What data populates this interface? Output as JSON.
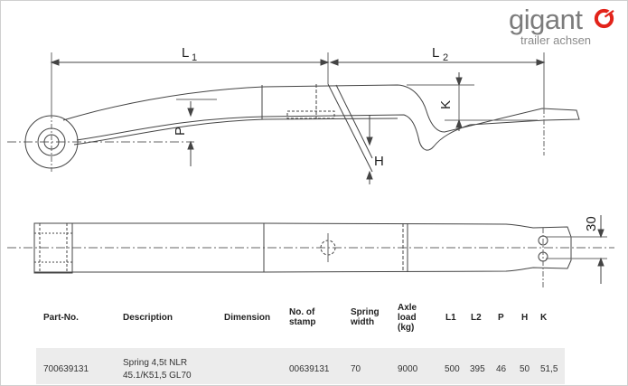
{
  "brand": {
    "name": "gigant",
    "subtitle": "trailer achsen",
    "logo_icon": "gear-ring-logo-icon",
    "logo_color": "#e2231a"
  },
  "drawing": {
    "side_view_labels": {
      "l1": "L",
      "l1_sub": "1",
      "l2": "L",
      "l2_sub": "2",
      "k": "K",
      "p": "P",
      "h": "H"
    },
    "top_view_labels": {
      "width": "30"
    }
  },
  "table": {
    "headers": {
      "part_no": "Part-No.",
      "description": "Description",
      "dimension": "Dimension",
      "stamp_line1": "No. of",
      "stamp_line2": "stamp",
      "spring_line1": "Spring",
      "spring_line2": "width",
      "axle_line1": "Axle",
      "axle_line2": "load",
      "axle_line3": "(kg)",
      "l1": "L1",
      "l2": "L2",
      "p": "P",
      "h": "H",
      "k": "K"
    },
    "rows": [
      {
        "part_no": "700639131",
        "description_line1": "Spring 4,5t NLR",
        "description_line2": "45.1/K51,5 GL70",
        "dimension": "",
        "stamp": "00639131",
        "spring_width": "70",
        "axle_load": "9000",
        "l1": "500",
        "l2": "395",
        "p": "46",
        "h": "50",
        "k": "51,5"
      }
    ]
  }
}
